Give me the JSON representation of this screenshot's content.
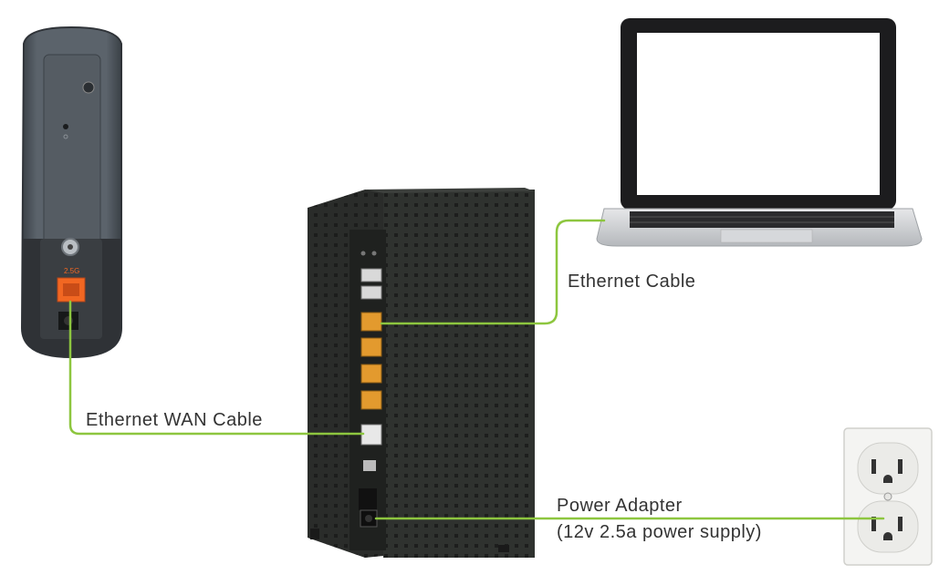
{
  "labels": {
    "ethernet_cable": "Ethernet Cable",
    "ethernet_wan_cable": "Ethernet WAN Cable",
    "power_adapter": "Power Adapter",
    "power_adapter_spec": "(12v 2.5a power supply)"
  },
  "device_markings": {
    "modem_port_label": "2.5G"
  },
  "colors": {
    "cable": "#8dc63f",
    "modem_body": "#4d545b",
    "router_body": "#2f322f",
    "lan_port": "#e39a2e",
    "modem_port": "#f26722"
  }
}
